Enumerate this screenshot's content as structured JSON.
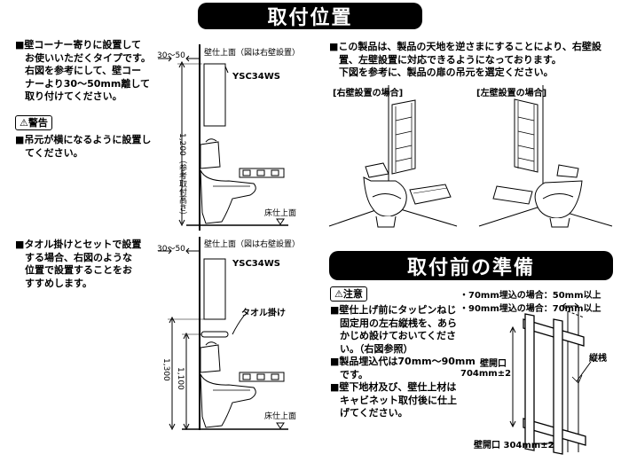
{
  "banners": {
    "top": "取付位置",
    "middle": "取付前の準備"
  },
  "left_top": {
    "text_lines": [
      "■壁コーナー寄りに設置して",
      "お使いいただくタイプです。",
      "右図を参考にして、壁コー",
      "ナーより30〜50mm離して",
      "取り付けてください。"
    ],
    "warning_badge": "⚠警告",
    "warning_lines": [
      "■吊元が横になるように設置し",
      "てください。"
    ]
  },
  "left_bottom": {
    "text_lines": [
      "■タオル掛けとセットで設置",
      "する場合、右図のような",
      "位置で設置することをお",
      "すすめします。"
    ]
  },
  "diagram1": {
    "dim_top": "30〜50",
    "wall_label": "壁仕上面（図は右壁設置）",
    "model": "YSC34WS",
    "height_label": "1,200（参考取付高さ）",
    "floor_label": "床仕上面"
  },
  "diagram2": {
    "dim_top": "30〜50",
    "wall_label": "壁仕上面（図は右壁設置）",
    "model": "YSC34WS",
    "towel_label": "タオル掛け",
    "height_1300": "1,300",
    "height_1100": "1,100",
    "floor_label": "床仕上面"
  },
  "right_top": {
    "text_lines": [
      "■この製品は、製品の天地を逆さまにすることにより、右壁設",
      "置、左壁設置に対応できるようになっております。",
      "下図を参考に、製品の扉の吊元を選定ください。"
    ],
    "caption_right": "[右壁設置の場合]",
    "caption_left": "[左壁設置の場合]"
  },
  "prep": {
    "caution_badge": "⚠注意",
    "text_lines": [
      "■壁仕上げ前にタッピンねじ",
      "固定用の左右縦桟を、あら",
      "かじめ設けておいてくださ",
      "い。（右図参照）",
      "■製品埋込代は70mm〜90mm",
      "です。",
      "■壁下地材及び、壁仕上材は",
      "キャビネット取付後に仕上",
      "げてください。"
    ],
    "note_70": "・70mm埋込の場合：50mm以上",
    "note_90": "・90mm埋込の場合：70mm以上",
    "opening_h_label": "壁開口",
    "opening_h_value": "704mm±2",
    "stud_label": "縦桟",
    "opening_w_label": "壁開口 304mm±2"
  }
}
